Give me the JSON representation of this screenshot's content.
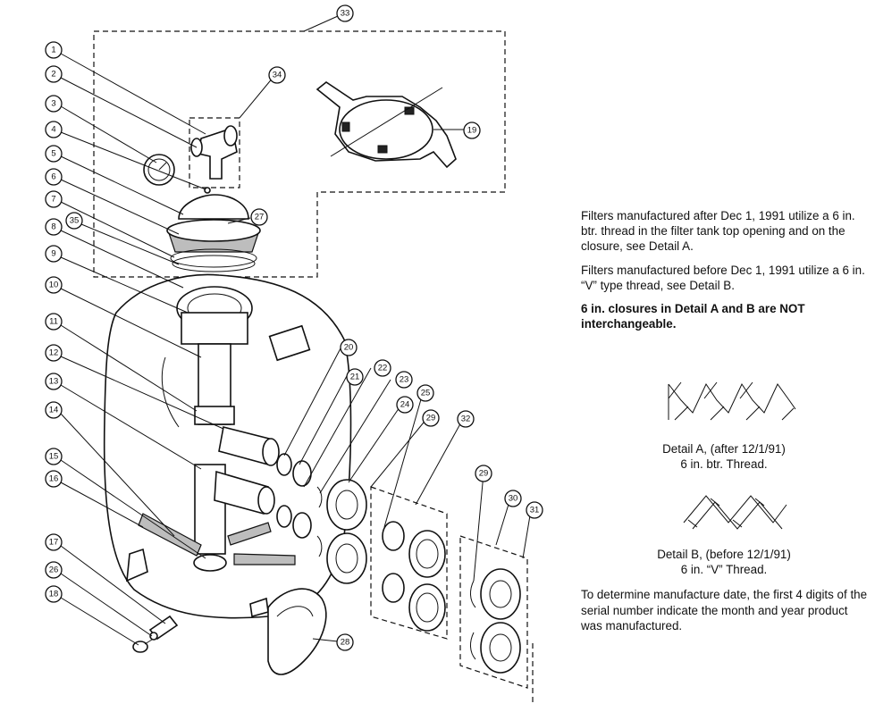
{
  "notes": {
    "after_1991": "Filters manufactured after Dec 1, 1991 utilize a 6 in. btr. thread in the filter tank top opening and on the closure, see Detail A.",
    "before_1991": "Filters manufactured before Dec 1, 1991 utilize a 6 in. “V” type thread, see Detail B.",
    "warning": "6 in. closures in Detail A and B are NOT interchangeable.",
    "serial": "To determine manufacture date, the first 4 digits of the serial number indicate the month and year product was manufactured."
  },
  "details": {
    "a": {
      "line1": "Detail A, (after 12/1/91)",
      "line2": "6 in. btr. Thread."
    },
    "b": {
      "line1": "Detail B, (before 12/1/91)",
      "line2": "6 in. “V” Thread."
    }
  },
  "callouts": [
    "1",
    "2",
    "3",
    "4",
    "5",
    "6",
    "7",
    "35",
    "8",
    "9",
    "10",
    "11",
    "12",
    "13",
    "14",
    "15",
    "16",
    "17",
    "26",
    "18",
    "33",
    "34",
    "19",
    "27",
    "20",
    "21",
    "22",
    "23",
    "24",
    "25",
    "29",
    "32",
    "29",
    "30",
    "31",
    "28"
  ]
}
